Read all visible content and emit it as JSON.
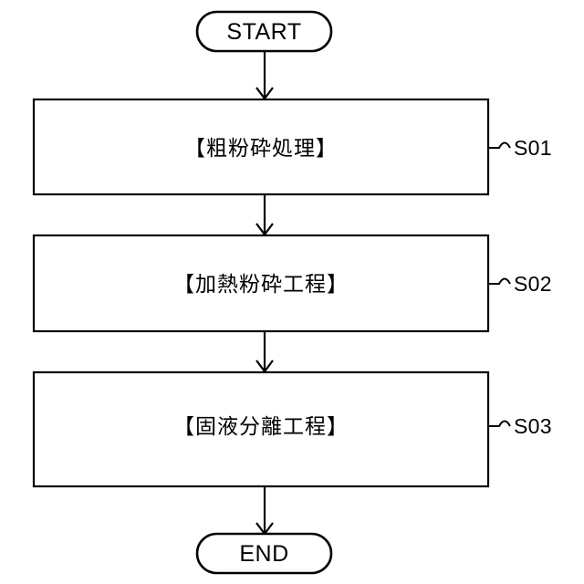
{
  "diagram": {
    "type": "flowchart",
    "orientation": "vertical",
    "background_color": "#ffffff",
    "line_color": "#000000",
    "nodes": {
      "start": {
        "label": "START",
        "shape": "stadium"
      },
      "end": {
        "label": "END",
        "shape": "stadium"
      },
      "step1": {
        "label": "【粗粉砕処理】",
        "shape": "rectangle"
      },
      "step2": {
        "label": "【加熱粉砕工程】",
        "shape": "rectangle"
      },
      "step3": {
        "label": "【固液分離工程】",
        "shape": "rectangle"
      }
    },
    "step_refs": {
      "s01": "S01",
      "s02": "S02",
      "s03": "S03"
    }
  }
}
